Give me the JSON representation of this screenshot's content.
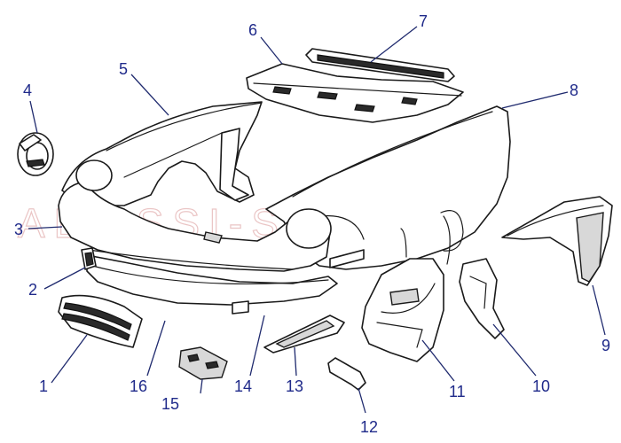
{
  "watermark": "ALTISSI-SHOP",
  "callouts": [
    {
      "id": "1",
      "label": "1"
    },
    {
      "id": "2",
      "label": "2"
    },
    {
      "id": "3",
      "label": "3"
    },
    {
      "id": "4",
      "label": "4"
    },
    {
      "id": "5",
      "label": "5"
    },
    {
      "id": "6",
      "label": "6"
    },
    {
      "id": "7",
      "label": "7"
    },
    {
      "id": "8",
      "label": "8"
    },
    {
      "id": "9",
      "label": "9"
    },
    {
      "id": "10",
      "label": "10"
    },
    {
      "id": "11",
      "label": "11"
    },
    {
      "id": "12",
      "label": "12"
    },
    {
      "id": "13",
      "label": "13"
    },
    {
      "id": "14",
      "label": "14"
    },
    {
      "id": "15",
      "label": "15"
    },
    {
      "id": "16",
      "label": "16"
    }
  ],
  "colors": {
    "callout": "#1f2a8a",
    "line": "#1a1a1a",
    "watermark": "#e6b7b7"
  }
}
